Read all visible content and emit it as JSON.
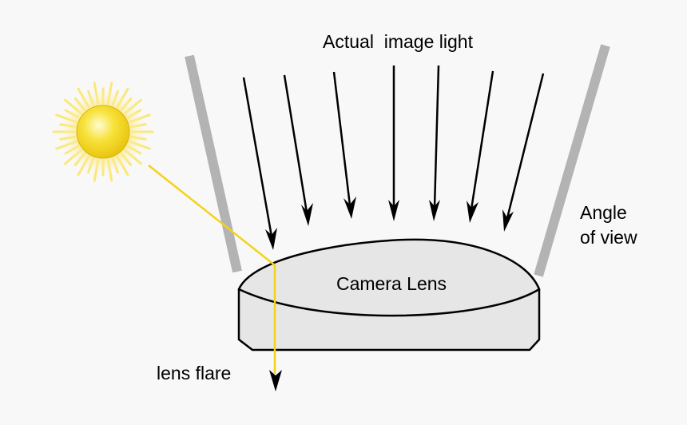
{
  "labels": {
    "image_light": "Actual  image light",
    "angle_line1": "Angle",
    "angle_line2": "of view",
    "camera_lens": "Camera Lens",
    "lens_flare": "lens flare"
  },
  "colors": {
    "background": "#f8f8f8",
    "lens_fill": "#e6e6e6",
    "lens_stroke": "#000000",
    "angle_bar": "#b3b3b3",
    "flare_ray": "#f5d21a",
    "sun_core": "#f3d213",
    "sun_glow": "#fbe87a",
    "arrow": "#000000"
  },
  "icons": {
    "sun": "sun-icon"
  }
}
